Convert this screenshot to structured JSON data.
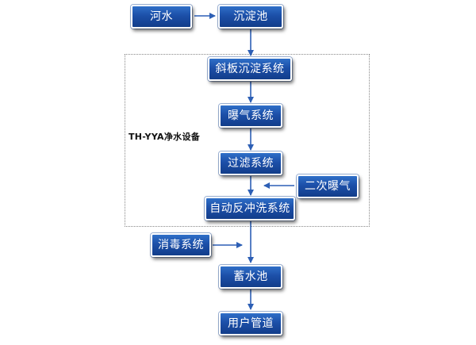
{
  "diagram": {
    "frame_label": "TH-YYA净水设备",
    "nodes": {
      "river_water": "河水",
      "settling_tank": "沉淀池",
      "inclined_plate": "斜板沉淀系统",
      "aeration": "曝气系统",
      "filtration": "过滤系统",
      "secondary_aeration": "二次曝气",
      "backwash": "自动反冲洗系统",
      "disinfection": "消毒系统",
      "storage_tank": "蓄水池",
      "user_pipeline": "用户管道"
    },
    "colors": {
      "box_fill": "#1c4fa8",
      "arrow": "#2d5fb5",
      "text": "#ffffff"
    }
  }
}
